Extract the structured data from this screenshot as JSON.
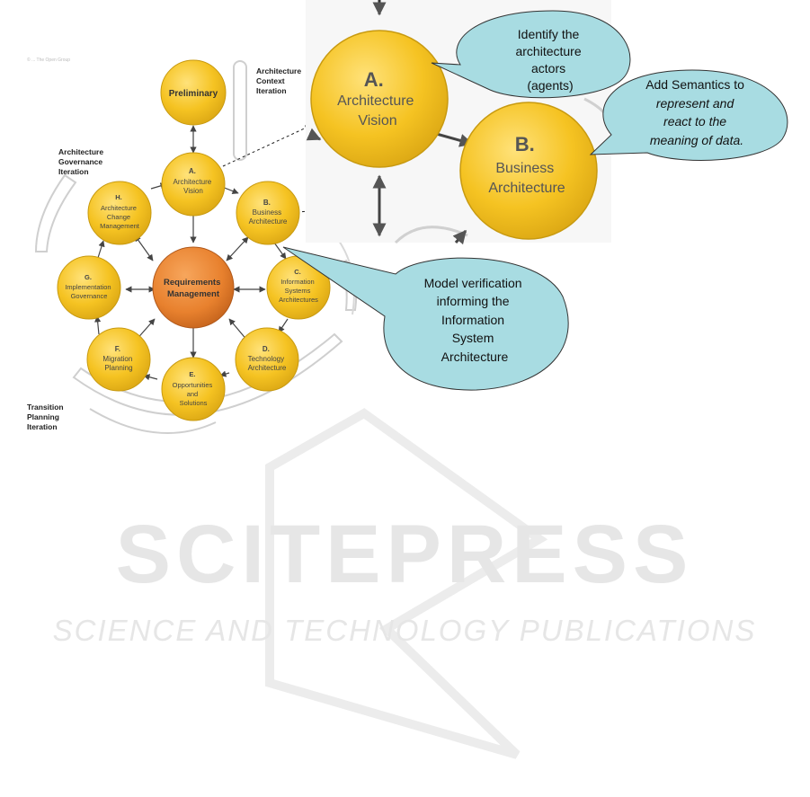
{
  "copyright": "© ... The Open Group",
  "iteration_labels": {
    "context": [
      "Architecture",
      "Context",
      "Iteration"
    ],
    "governance": [
      "Architecture",
      "Governance",
      "Iteration"
    ],
    "transition": [
      "Transition",
      "Planning",
      "Iteration"
    ]
  },
  "phases": {
    "preliminary": [
      "Preliminary"
    ],
    "a": [
      "A.",
      "Architecture",
      "Vision"
    ],
    "b": [
      "B.",
      "Business",
      "Architecture"
    ],
    "c": [
      "C.",
      "Information",
      "Systems",
      "Architectures"
    ],
    "d": [
      "D.",
      "Technology",
      "Architecture"
    ],
    "e": [
      "E.",
      "Opportunities",
      "and",
      "Solutions"
    ],
    "f": [
      "F.",
      "Migration",
      "Planning"
    ],
    "g": [
      "G.",
      "Implementation",
      "Governance"
    ],
    "h": [
      "H.",
      "Architecture",
      "Change",
      "Management"
    ],
    "req": [
      "Requirements",
      "Management"
    ]
  },
  "zoom": {
    "a": [
      "A.",
      "Architecture",
      "Vision"
    ],
    "b": [
      "B.",
      "Business",
      "Architecture"
    ]
  },
  "callouts": {
    "actors": [
      "Identify the",
      "architecture",
      "actors",
      "(agents)"
    ],
    "semantics": [
      "Add Semantics to",
      "represent and",
      "react to the",
      "meaning of data."
    ],
    "verification": [
      "Model verification",
      "informing the",
      "Information",
      "System",
      "Architecture"
    ]
  },
  "watermark": {
    "title": "SCITEPRESS",
    "subtitle": "SCIENCE AND TECHNOLOGY PUBLICATIONS"
  },
  "colors": {
    "phase_fill": "#f5c322",
    "phase_stroke": "#c89a10",
    "req_fill": "#e8812e",
    "callout_fill": "#a8dce2",
    "watermark": "#e6e6e6"
  }
}
